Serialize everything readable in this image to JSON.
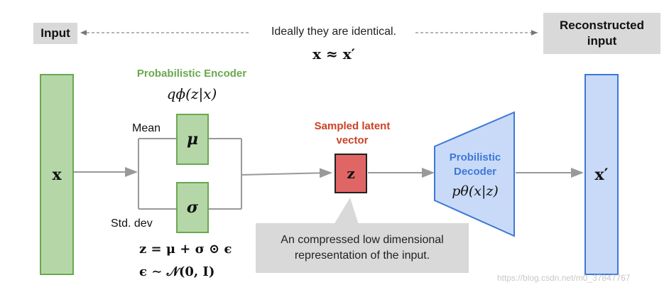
{
  "input_label": "Input",
  "reconstructed_label": "Reconstructed input",
  "identical_note": "Ideally they are identical.",
  "identical_formula": "x ≈ x′",
  "encoder": {
    "title": "Probabilistic Encoder",
    "formula": "qϕ(z|x)",
    "mean_label": "Mean",
    "mean_symbol": "μ",
    "std_label": "Std. dev",
    "std_symbol": "σ"
  },
  "input_symbol": "x",
  "latent": {
    "title": "Sampled latent vector",
    "symbol": "z"
  },
  "decoder": {
    "title": "Probilistic Decoder",
    "formula": "pθ(x|z)"
  },
  "output_symbol": "x′",
  "callout_text": "An compressed low dimensional representation of the input.",
  "equation_1": "z = μ + σ ⊙ ϵ",
  "equation_2": "ϵ ∼ 𝒩(0, I)",
  "watermark": "https://blog.csdn.net/m0_37847767",
  "colors": {
    "green_fill": "#b5d7a8",
    "green_stroke": "#6aa84f",
    "blue_fill": "#c9daf8",
    "blue_stroke": "#3c78d8",
    "red_fill": "#e06666",
    "gray_box": "#d9d9d9"
  }
}
